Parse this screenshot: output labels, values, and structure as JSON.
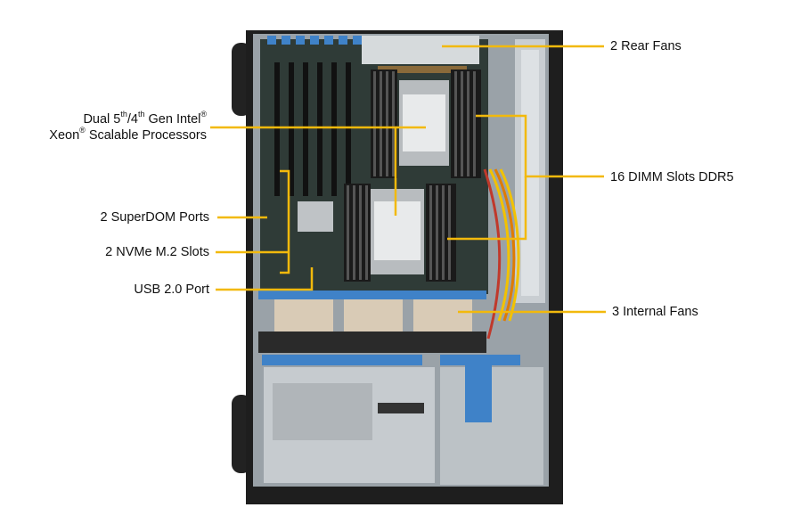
{
  "callouts": {
    "rear_fans": "2 Rear Fans",
    "processors": {
      "line1_a": "Dual 5",
      "line1_sup1": "th",
      "line1_b": "/4",
      "line1_sup2": "th",
      "line1_c": " Gen Intel",
      "line1_sup3": "®",
      "line2_a": "Xeon",
      "line2_sup": "®",
      "line2_b": " Scalable Processors"
    },
    "dimm_slots": "16 DIMM Slots DDR5",
    "superdom": "2 SuperDOM Ports",
    "nvme": "2 NVMe M.2 Slots",
    "usb": "USB 2.0 Port",
    "internal_fans": "3 Internal  Fans"
  },
  "colors": {
    "leader_line": "#f2b90c",
    "chassis": "#1e1e1e",
    "board": "#2f3b37",
    "dimm_blue": "#3f82c8",
    "frame_gray": "#c9ced2"
  }
}
